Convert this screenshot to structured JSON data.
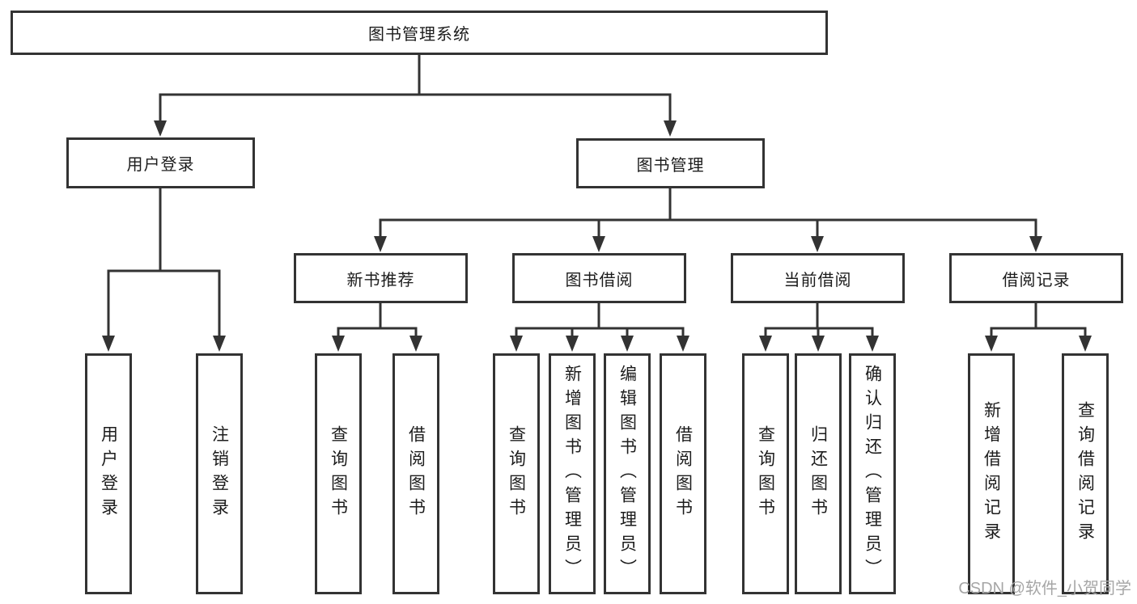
{
  "tree": {
    "label": "图书管理系统",
    "children": [
      {
        "label": "用户登录",
        "children": [
          {
            "label": "用户登录"
          },
          {
            "label": "注销登录"
          }
        ]
      },
      {
        "label": "图书管理",
        "children": [
          {
            "label": "新书推荐",
            "children": [
              {
                "label": "查询图书"
              },
              {
                "label": "借阅图书"
              }
            ]
          },
          {
            "label": "图书借阅",
            "children": [
              {
                "label": "查询图书"
              },
              {
                "label": "新增图书（管理员）"
              },
              {
                "label": "编辑图书（管理员）"
              },
              {
                "label": "借阅图书"
              }
            ]
          },
          {
            "label": "当前借阅",
            "children": [
              {
                "label": "查询图书"
              },
              {
                "label": "归还图书"
              },
              {
                "label": "确认归还（管理员）"
              }
            ]
          },
          {
            "label": "借阅记录",
            "children": [
              {
                "label": "新增借阅记录"
              },
              {
                "label": "查询借阅记录"
              }
            ]
          }
        ]
      }
    ]
  },
  "watermark": {
    "text": "CSDN @软件_小贺同学"
  },
  "colors": {
    "line": "#333333",
    "text": "#1c1c1c",
    "watermark": "#a6a6a6",
    "background": "#ffffff"
  }
}
